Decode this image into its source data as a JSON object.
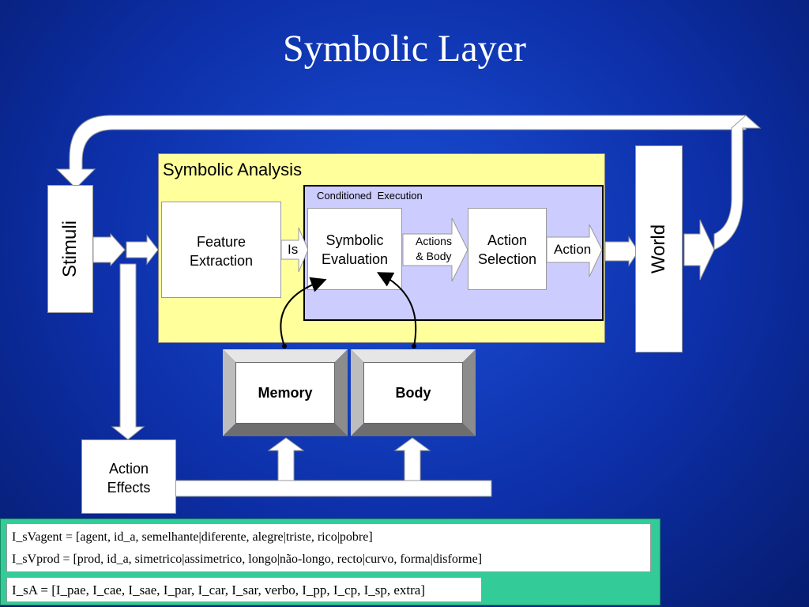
{
  "title": "Symbolic Layer",
  "diagram": {
    "symbolic_analysis_label": "Symbolic Analysis",
    "conditioned_execution_label": "Conditioned  Execution",
    "stimuli_label": "Stimuli",
    "world_label": "World",
    "feature_extraction": [
      "Feature",
      "Extraction"
    ],
    "symbolic_evaluation": [
      "Symbolic",
      "Evaluation"
    ],
    "action_selection": [
      "Action",
      "Selection"
    ],
    "action_effects": [
      "Action",
      "Effects"
    ],
    "memory_label": "Memory",
    "body_label": "Body",
    "arrow_is_label": "Is",
    "arrow_actions_body": [
      "Actions",
      "& Body"
    ],
    "arrow_action_label": "Action"
  },
  "formulas": {
    "agent_line": "I_sVagent = [agent, id_a, semelhante|diferente, alegre|triste, rico|pobre]",
    "prod_line": "I_sVprod = [prod, id_a, simetrico|assimetrico, longo|não-longo, recto|curvo, forma|disforme]",
    "sa_line": "I_sA = [I_pae, I_cae, I_sae, I_par, I_car, I_sar, verbo, I_pp, I_cp, I_sp, extra]"
  },
  "colors": {
    "background": "#1240c4",
    "analysis_fill": "#ffff9c",
    "execution_fill": "#ccccff",
    "formula_panel": "#33cc99"
  }
}
